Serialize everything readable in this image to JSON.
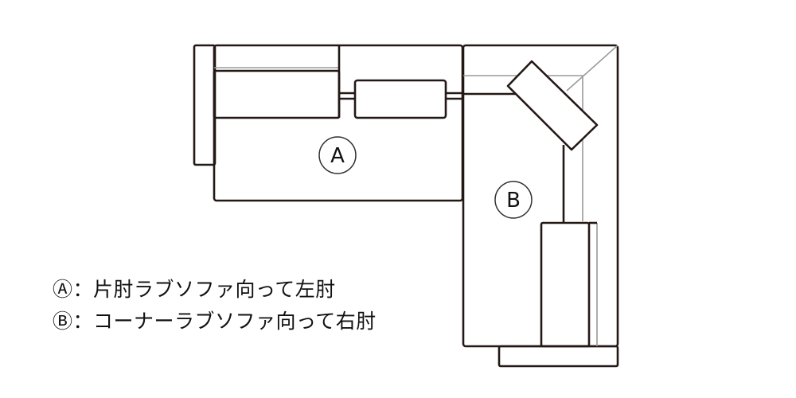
{
  "diagram": {
    "sofa_a": {
      "marker": "A"
    },
    "sofa_b": {
      "marker": "B"
    }
  },
  "legend": [
    {
      "symbol": "Ⓐ",
      "separator": "：",
      "text": "片肘ラブソファ向って左肘"
    },
    {
      "symbol": "Ⓑ",
      "separator": "：",
      "text": "コーナーラブソファ向って右肘"
    }
  ]
}
